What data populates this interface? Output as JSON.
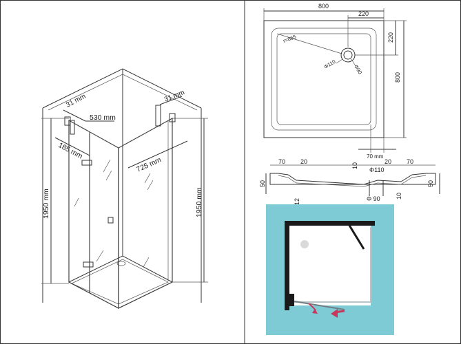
{
  "iso": {
    "dim_31_left": "31 mm",
    "dim_530": "530 mm",
    "dim_31_right": "31 mm",
    "dim_185": "185 mm",
    "dim_725": "725 mm",
    "dim_1950_left": "1950 mm",
    "dim_1950_right": "1950 mm"
  },
  "tray_plan": {
    "width": "800",
    "offset_top": "220",
    "offset_right": "220",
    "depth": "800",
    "radius": "r=865",
    "drain_outer": "Φ110",
    "drain_inner": "Φ90",
    "edge_margin": "70 mm"
  },
  "tray_section": {
    "d70_left": "70",
    "d20_left": "20",
    "d10_left": "10",
    "phi110": "Φ110",
    "d20_right": "20",
    "d70_right": "70",
    "h50_left": "50",
    "h12": "12",
    "phi90": "Φ 90",
    "d10_right": "10",
    "h50_right": "50"
  },
  "top_view": {
    "bg_color": "#7ecbd6",
    "wall_color": "#1a1a1a",
    "arrow_color": "#c8365a"
  }
}
